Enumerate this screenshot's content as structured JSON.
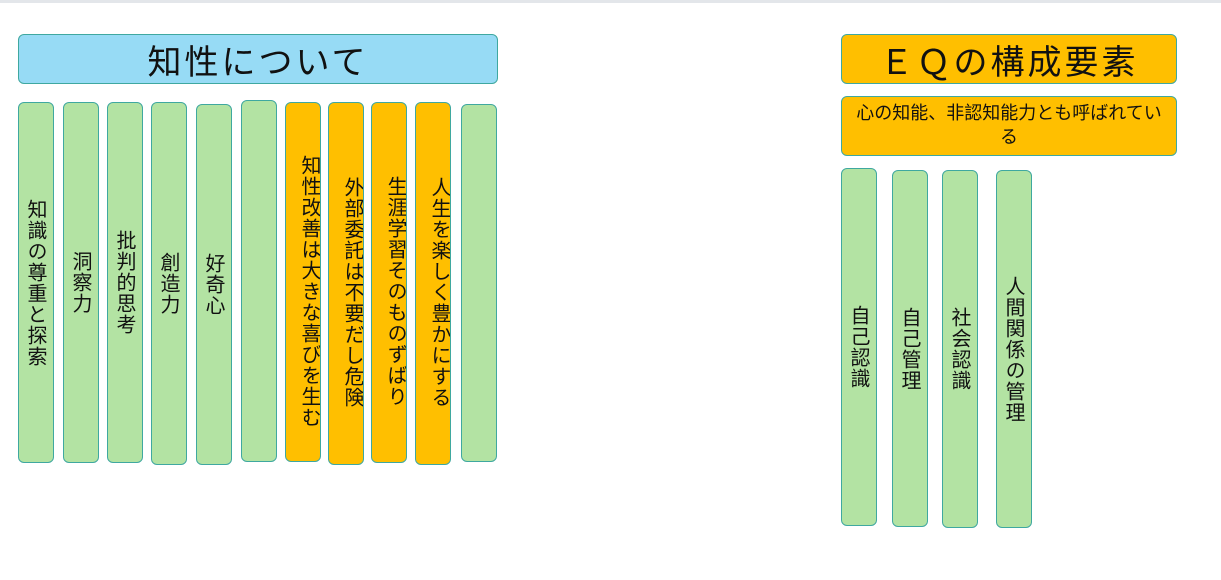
{
  "left": {
    "title": "知性について",
    "columns": [
      {
        "label": "知識の尊重と探索",
        "color": "green"
      },
      {
        "label": "洞察力",
        "color": "green"
      },
      {
        "label": "批判的思考",
        "color": "green"
      },
      {
        "label": "創造力",
        "color": "green"
      },
      {
        "label": "好奇心",
        "color": "green"
      },
      {
        "label": "",
        "color": "green"
      },
      {
        "label": "知性改善は大きな喜びを生む",
        "color": "orange"
      },
      {
        "label": "外部委託は不要だし危険",
        "color": "orange"
      },
      {
        "label": "生涯学習そのものずばり",
        "color": "orange"
      },
      {
        "label": "人生を楽しく豊かにする",
        "color": "orange"
      },
      {
        "label": "",
        "color": "green"
      }
    ]
  },
  "right": {
    "title": "ＥＱの構成要素",
    "subtitle": "心の知能、非認知能力とも呼ばれている",
    "columns": [
      {
        "label": "自己認識",
        "color": "green"
      },
      {
        "label": "自己管理",
        "color": "green"
      },
      {
        "label": "社会認識",
        "color": "green"
      },
      {
        "label": "人間関係の管理",
        "color": "green"
      }
    ]
  },
  "colors": {
    "blue": "#97dbf5",
    "orange": "#ffbf00",
    "green": "#b3e3a3",
    "border": "#3fa8a0"
  }
}
